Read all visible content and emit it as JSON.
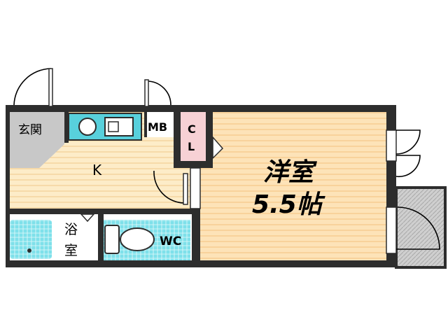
{
  "rooms": {
    "genkan": "玄関",
    "kitchen": "K",
    "mb": "MB",
    "cl_1": "C",
    "cl_2": "L",
    "bath_1": "浴",
    "bath_2": "室",
    "wc": "WC",
    "western_name": "洋室",
    "western_size": "5.5帖"
  },
  "colors": {
    "wall": "#2d2d2d",
    "kitchen_floor": "#fdecc8",
    "western_floor": "#fde3b8",
    "bath_tile": "#7ee0ea",
    "closet": "#f7d1d5",
    "genkan": "#c8c8c8"
  }
}
